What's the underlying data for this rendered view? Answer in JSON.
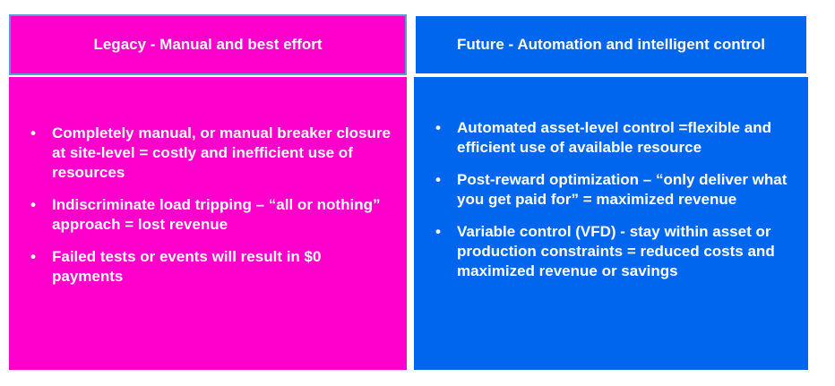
{
  "legacy": {
    "title": "Legacy - Manual and best effort",
    "items": [
      "Completely manual, or manual breaker closure at site-level = costly and inefficient use of resources",
      "Indiscriminate load tripping – “all or nothing” approach = lost revenue",
      "Failed tests or events will result in $0 payments"
    ]
  },
  "future": {
    "title": "Future - Automation and intelligent control",
    "items": [
      "Automated asset-level control =flexible and efficient use of available resource",
      "Post-reward optimization – “only deliver what you get paid for” = maximized revenue",
      "Variable control (VFD) - stay within asset or production constraints = reduced costs and maximized revenue or savings"
    ]
  },
  "bullet_glyph": "•",
  "colors": {
    "legacy_bg": "#ff00cc",
    "future_bg": "#0066ee",
    "text": "#ffffff"
  }
}
